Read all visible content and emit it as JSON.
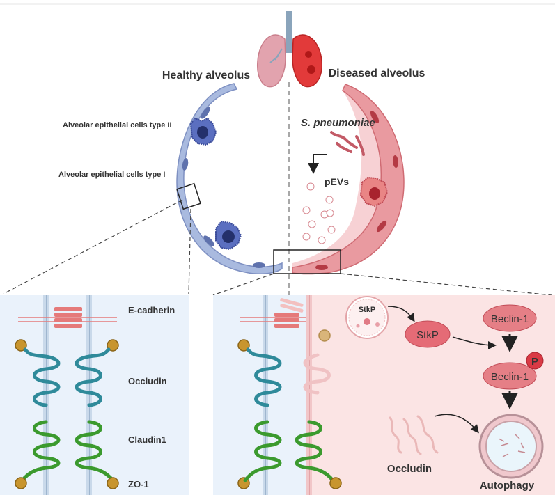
{
  "top": {
    "healthy_title": "Healthy alveolus",
    "diseased_title": "Diseased alveolus",
    "cell_type_2": "Alveolar epithelial cells type II",
    "cell_type_1": "Alveolar epithelial cells type I",
    "pathogen": "S. pneumoniae",
    "vesicles": "pEVs"
  },
  "left_panel": {
    "ecadherin": "E-cadherin",
    "occludin": "Occludin",
    "claudin": "Claudin1",
    "zo1": "ZO-1"
  },
  "right_panel": {
    "stkp_vesicle": "StkP",
    "stkp": "StkP",
    "beclin1": "Beclin-1",
    "phospho": "P",
    "beclin1_p": "Beclin-1",
    "occludin": "Occludin",
    "autophagy": "Autophagy"
  },
  "colors": {
    "healthy_cell": "#9aaedb",
    "diseased_cell": "#e88f8f",
    "left_panel_bg": "#eaf2fb",
    "right_panel_bg": "#fbe4e4",
    "occludin": "#2f8a9a",
    "claudin": "#3b9a2e",
    "ecadherin": "#e57a7a",
    "zo1": "#c8952e"
  }
}
